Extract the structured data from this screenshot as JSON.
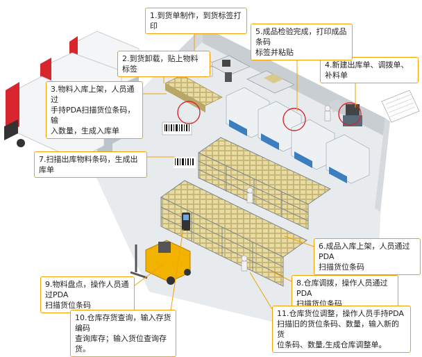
{
  "accent_color": "#f2a000",
  "truck_cab_color": "#d8262e",
  "steps": {
    "s1": "1.到货单制作，到货标签打印",
    "s2": "2.到货卸载，贴上物料标签",
    "s3": "3.物料入库上架，人员通过\n手持PDA扫描货位条码，输\n入数量，生成入库单",
    "s4": "4.新建出库单、调拨单、补料单",
    "s5": "5.成品检验完成，打印成品条码\n标签并粘贴",
    "s6": "6.成品入库上架，人员通过PDA\n扫描货位条码",
    "s7": "7.扫描出库物料条码，生成出库单",
    "s8": "8.仓库调拨，操作人员通过PDA\n扫描货位条码",
    "s9": "9.物料盘点，操作人员通过PDA\n扫描货位条码",
    "s10": "10.仓库存货查询，输入存货编码\n查询库存；输入货位查询存货。",
    "s11": "11.仓库货位调整，操作人员手持PDA\n扫描旧的货位条码、数量，输入新的货\n位条码、数量,生成仓库调整单。"
  }
}
